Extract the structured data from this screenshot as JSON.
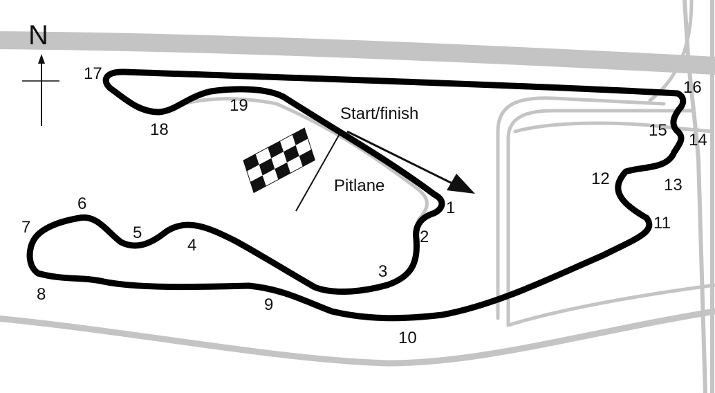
{
  "compass": {
    "label": "N"
  },
  "labels": {
    "start_finish": "Start/finish",
    "pitlane": "Pitlane"
  },
  "turns": [
    "1",
    "2",
    "3",
    "4",
    "5",
    "6",
    "7",
    "8",
    "9",
    "10",
    "11",
    "12",
    "13",
    "14",
    "15",
    "16",
    "17",
    "18",
    "19"
  ],
  "colors": {
    "track": "#000000",
    "roads": "#c4c4c4",
    "background": "#ffffff"
  },
  "icons": {
    "flag": "checkered-flag-icon",
    "direction": "direction-arrow-icon",
    "compass": "compass-icon"
  }
}
